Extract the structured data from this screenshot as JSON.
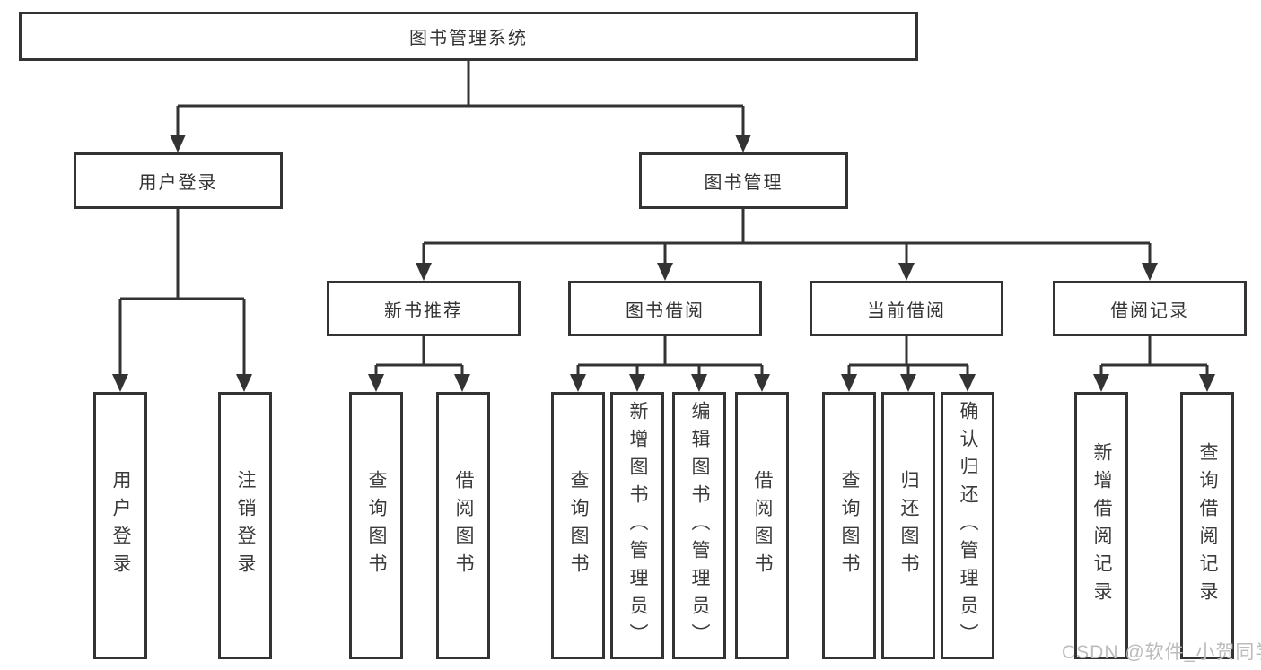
{
  "tree": {
    "label": "图书管理系统",
    "children": [
      {
        "label": "用户登录",
        "children": [
          {
            "label": "用户登录"
          },
          {
            "label": "注销登录"
          }
        ]
      },
      {
        "label": "图书管理",
        "children": [
          {
            "label": "新书推荐",
            "children": [
              {
                "label": "查询图书"
              },
              {
                "label": "借阅图书"
              }
            ]
          },
          {
            "label": "图书借阅",
            "children": [
              {
                "label": "查询图书"
              },
              {
                "label": "新增图书（管理员）"
              },
              {
                "label": "编辑图书（管理员）"
              },
              {
                "label": "借阅图书"
              }
            ]
          },
          {
            "label": "当前借阅",
            "children": [
              {
                "label": "查询图书"
              },
              {
                "label": "归还图书"
              },
              {
                "label": "确认归还（管理员）"
              }
            ]
          },
          {
            "label": "借阅记录",
            "children": [
              {
                "label": "新增借阅记录"
              },
              {
                "label": "查询借阅记录"
              }
            ]
          }
        ]
      }
    ]
  },
  "watermark": {
    "text": "CSDN @软件_小贺同学"
  },
  "colors": {
    "line": "#333333",
    "box_border": "#333333",
    "text": "#333333",
    "watermark": "#bcbcbc",
    "background": "#ffffff"
  }
}
